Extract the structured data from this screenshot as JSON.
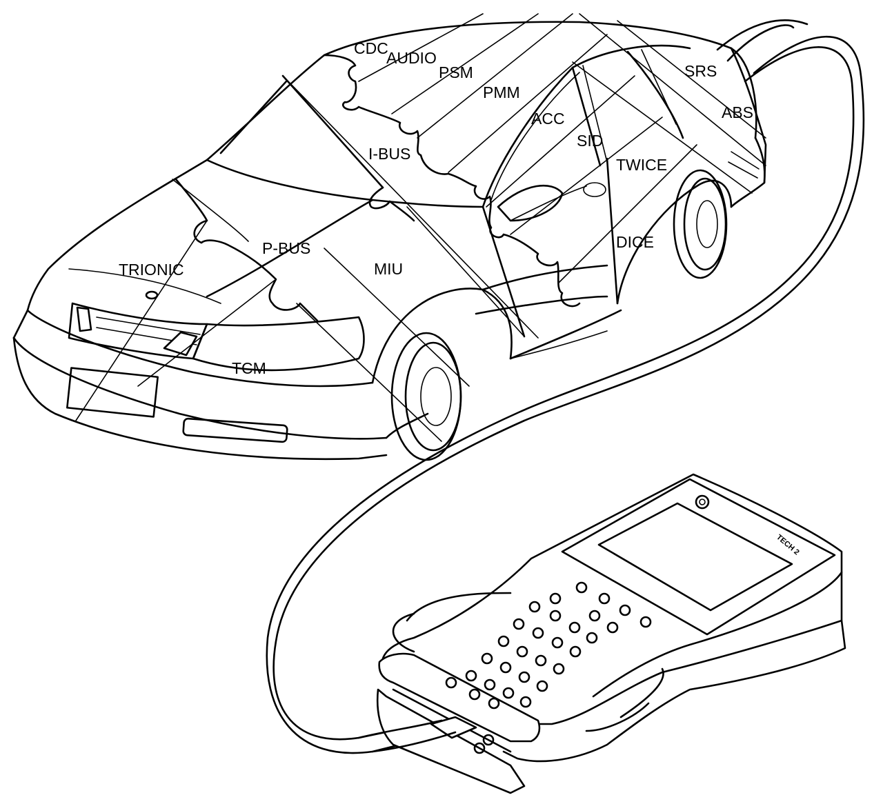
{
  "modules": {
    "cdc": "CDC",
    "audio": "AUDIO",
    "psm": "PSM",
    "pmm": "PMM",
    "acc": "ACC",
    "sid": "SID",
    "twice": "TWICE",
    "srs": "SRS",
    "abs": "ABS",
    "ibus": "I-BUS",
    "pbus": "P-BUS",
    "trionic": "TRIONIC",
    "miu": "MIU",
    "dice": "DICE",
    "tcm": "TCM"
  },
  "tool": {
    "brand": "TECH 2"
  }
}
